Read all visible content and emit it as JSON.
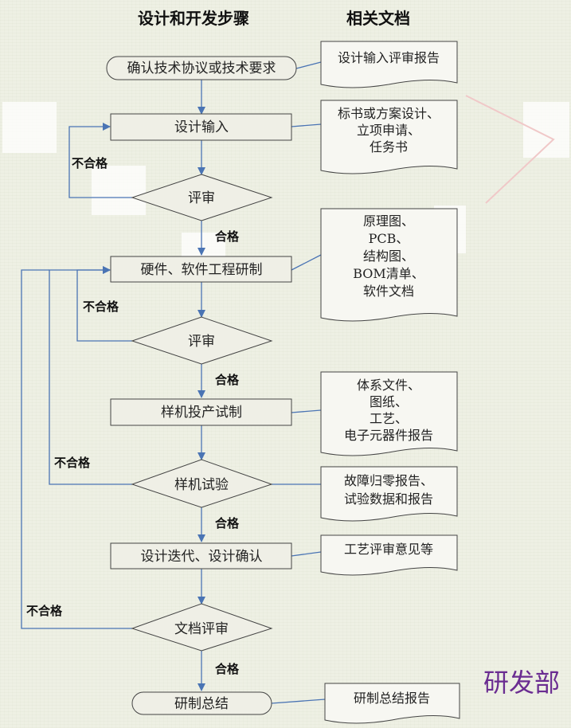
{
  "headers": {
    "steps": "设计和开发步骤",
    "docs": "相关文档"
  },
  "nodes": {
    "start": "确认技术协议或技术要求",
    "design_input": "设计输入",
    "review1": "评审",
    "hw_sw_dev": "硬件、软件工程研制",
    "review2": "评审",
    "prototype": "样机投产试制",
    "prototype_test": "样机试验",
    "iteration": "设计迭代、设计确认",
    "doc_review": "文档评审",
    "summary": "研制总结"
  },
  "docs": {
    "d1": [
      "设计输入评审报告"
    ],
    "d2": [
      "标书或方案设计、",
      "立项申请、",
      "任务书"
    ],
    "d3": [
      "原理图、",
      "PCB、",
      "结构图、",
      "BOM清单、",
      "软件文档"
    ],
    "d4": [
      "体系文件、",
      "图纸、",
      "工艺、",
      "电子元器件报告"
    ],
    "d5": [
      "故障归零报告、",
      "试验数据和报告"
    ],
    "d6": [
      "工艺评审意见等"
    ],
    "d7": [
      "研制总结报告"
    ]
  },
  "labels": {
    "pass": "合格",
    "fail": "不合格"
  },
  "department": "研发部",
  "colors": {
    "connector": "#4a74b4",
    "department": "#6a2c91"
  }
}
